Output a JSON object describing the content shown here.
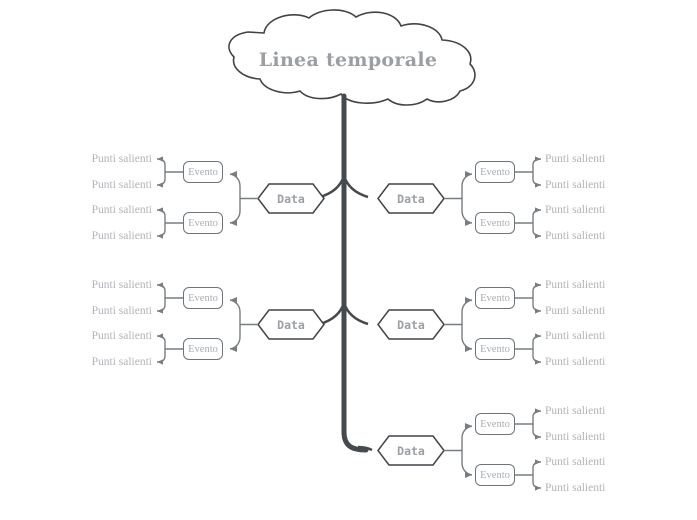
{
  "diagram": {
    "type": "mindmap-timeline",
    "root": {
      "label": "Linea temporale",
      "shape": "cloud",
      "text_color": "#9b9fa3",
      "outline_color": "#3f4448"
    },
    "node_labels": {
      "date": "Data",
      "event": "Evento",
      "highlight": "Punti salienti"
    },
    "colors": {
      "trunk": "#454a4e",
      "branch": "#777d81",
      "node_outline": "#6e7478",
      "hex_outline": "#3f4448",
      "leaf_text": "#b0b4b8",
      "event_text": "#a9adb1",
      "date_text": "#9b9fa3",
      "background": "#ffffff"
    },
    "branches": [
      {
        "id": "left-top",
        "side": "left",
        "date_label": "Data",
        "events": [
          {
            "label": "Evento",
            "highlights": [
              "Punti salienti",
              "Punti salienti"
            ]
          },
          {
            "label": "Evento",
            "highlights": [
              "Punti salienti",
              "Punti salienti"
            ]
          }
        ]
      },
      {
        "id": "right-top",
        "side": "right",
        "date_label": "Data",
        "events": [
          {
            "label": "Evento",
            "highlights": [
              "Punti salienti",
              "Punti salienti"
            ]
          },
          {
            "label": "Evento",
            "highlights": [
              "Punti salienti",
              "Punti salienti"
            ]
          }
        ]
      },
      {
        "id": "left-middle",
        "side": "left",
        "date_label": "Data",
        "events": [
          {
            "label": "Evento",
            "highlights": [
              "Punti salienti",
              "Punti salienti"
            ]
          },
          {
            "label": "Evento",
            "highlights": [
              "Punti salienti",
              "Punti salienti"
            ]
          }
        ]
      },
      {
        "id": "right-middle",
        "side": "right",
        "date_label": "Data",
        "events": [
          {
            "label": "Evento",
            "highlights": [
              "Punti salienti",
              "Punti salienti"
            ]
          },
          {
            "label": "Evento",
            "highlights": [
              "Punti salienti",
              "Punti salienti"
            ]
          }
        ]
      },
      {
        "id": "right-bottom",
        "side": "right",
        "date_label": "Data",
        "events": [
          {
            "label": "Evento",
            "highlights": [
              "Punti salienti",
              "Punti salienti"
            ]
          },
          {
            "label": "Evento",
            "highlights": [
              "Punti salienti",
              "Punti salienti"
            ]
          }
        ]
      }
    ]
  }
}
